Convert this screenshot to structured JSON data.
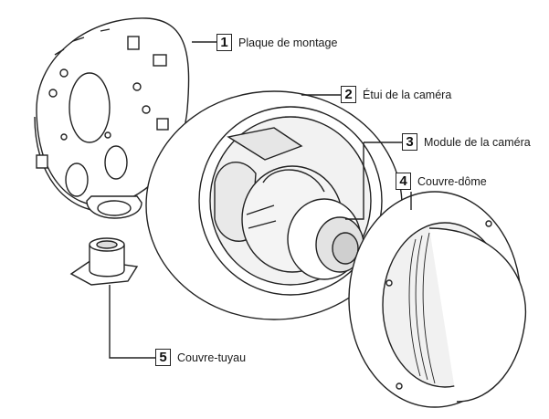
{
  "parts": [
    {
      "number": "1",
      "label": "Plaque de montage"
    },
    {
      "number": "2",
      "label": "Étui de la caméra"
    },
    {
      "number": "3",
      "label": "Module de la caméra"
    },
    {
      "number": "4",
      "label": "Couvre-dôme"
    },
    {
      "number": "5",
      "label": "Couvre-tuyau"
    }
  ],
  "colors": {
    "line": "#222222",
    "fill": "#ffffff",
    "shade": "#d9d9d9"
  }
}
